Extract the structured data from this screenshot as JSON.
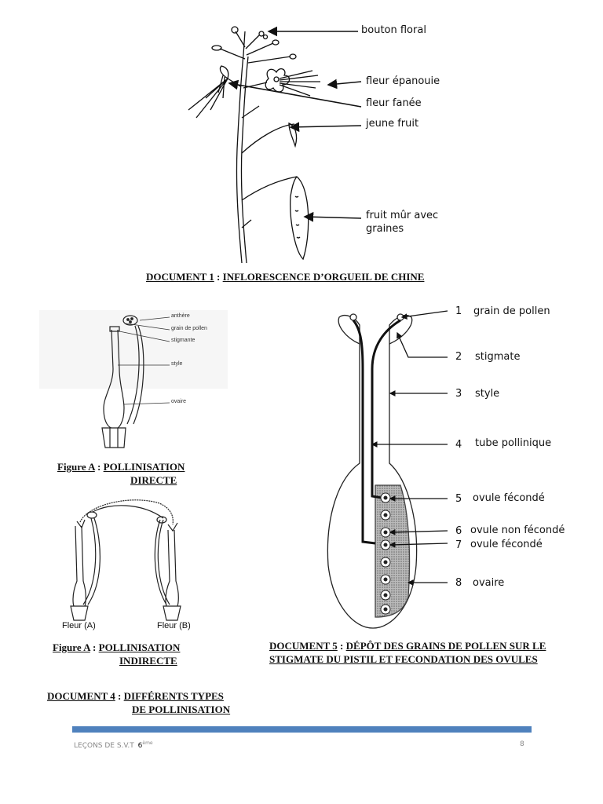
{
  "doc1": {
    "labels": {
      "bouton_floral": "bouton floral",
      "fleur_epanouie": "fleur épanouie",
      "fleur_fanee": "fleur fanée",
      "jeune_fruit": "jeune fruit",
      "fruit_mur_1": "fruit mûr avec",
      "fruit_mur_2": "graines"
    },
    "caption_prefix": "DOCUMENT 1",
    "caption_sep": " : ",
    "caption_title": "INFLORESCENCE D’ORGUEIL DE CHINE"
  },
  "figA": {
    "labels": {
      "anthere": "anthère",
      "grain": "grain de pollen",
      "stigmate": "stigmante",
      "style": "style",
      "ovaire": "ovaire"
    },
    "caption_prefix": "Figure A",
    "caption_sep": " : ",
    "caption_title_1": "POLLINISATION",
    "caption_title_2": "DIRECTE"
  },
  "figB": {
    "fleur_a": "Fleur (A)",
    "fleur_b": "Fleur (B)",
    "caption_prefix": "Figure A",
    "caption_sep": " : ",
    "caption_title_1": "POLLINISATION",
    "caption_title_2": "INDIRECTE"
  },
  "doc4": {
    "caption_prefix": "DOCUMENT 4",
    "caption_sep": " : ",
    "caption_title_1": "DIFFÉRENTS TYPES",
    "caption_title_2": "DE POLLINISATION"
  },
  "doc5": {
    "items": [
      {
        "num": "1",
        "label": "grain de pollen"
      },
      {
        "num": "2",
        "label": "stigmate"
      },
      {
        "num": "3",
        "label": "style"
      },
      {
        "num": "4",
        "label": "tube pollinique"
      },
      {
        "num": "5",
        "label": "ovule fécondé"
      },
      {
        "num": "6",
        "label": "ovule non fécondé"
      },
      {
        "num": "7",
        "label": "ovule fécondé"
      },
      {
        "num": "8",
        "label": "ovaire"
      }
    ],
    "caption_prefix": "DOCUMENT 5",
    "caption_sep": " : ",
    "caption_title_1": "DÉPÔT DES GRAINS DE POLLEN SUR LE",
    "caption_title_2": "STIGMATE DU PISTIL ET FECONDATION DES OVULES"
  },
  "footer": {
    "left": "LEÇONS DE S.V.T",
    "grade": "6",
    "grade_sup": "ème",
    "page": "8"
  }
}
